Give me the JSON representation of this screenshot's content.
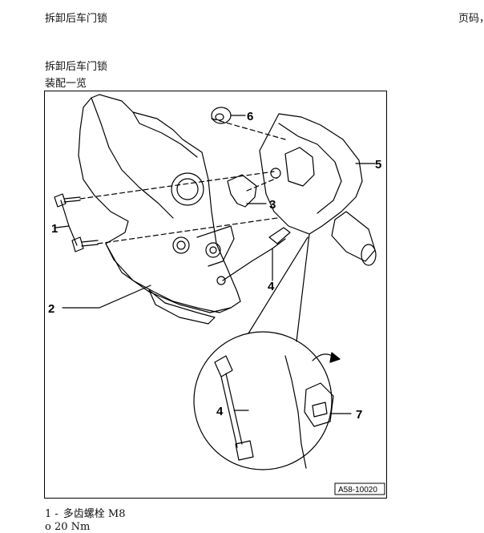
{
  "header": {
    "left": "拆卸后车门锁",
    "right": "页码，"
  },
  "section": {
    "title": "拆卸后车门锁",
    "subtitle": "装配一览"
  },
  "figure": {
    "code": "A58-10020",
    "callouts": [
      "1",
      "2",
      "3",
      "4",
      "5",
      "6",
      "4",
      "7"
    ]
  },
  "items": [
    {
      "number": "1 -",
      "text": "多齿螺栓 M8"
    }
  ],
  "torque": "o  20 Nm"
}
